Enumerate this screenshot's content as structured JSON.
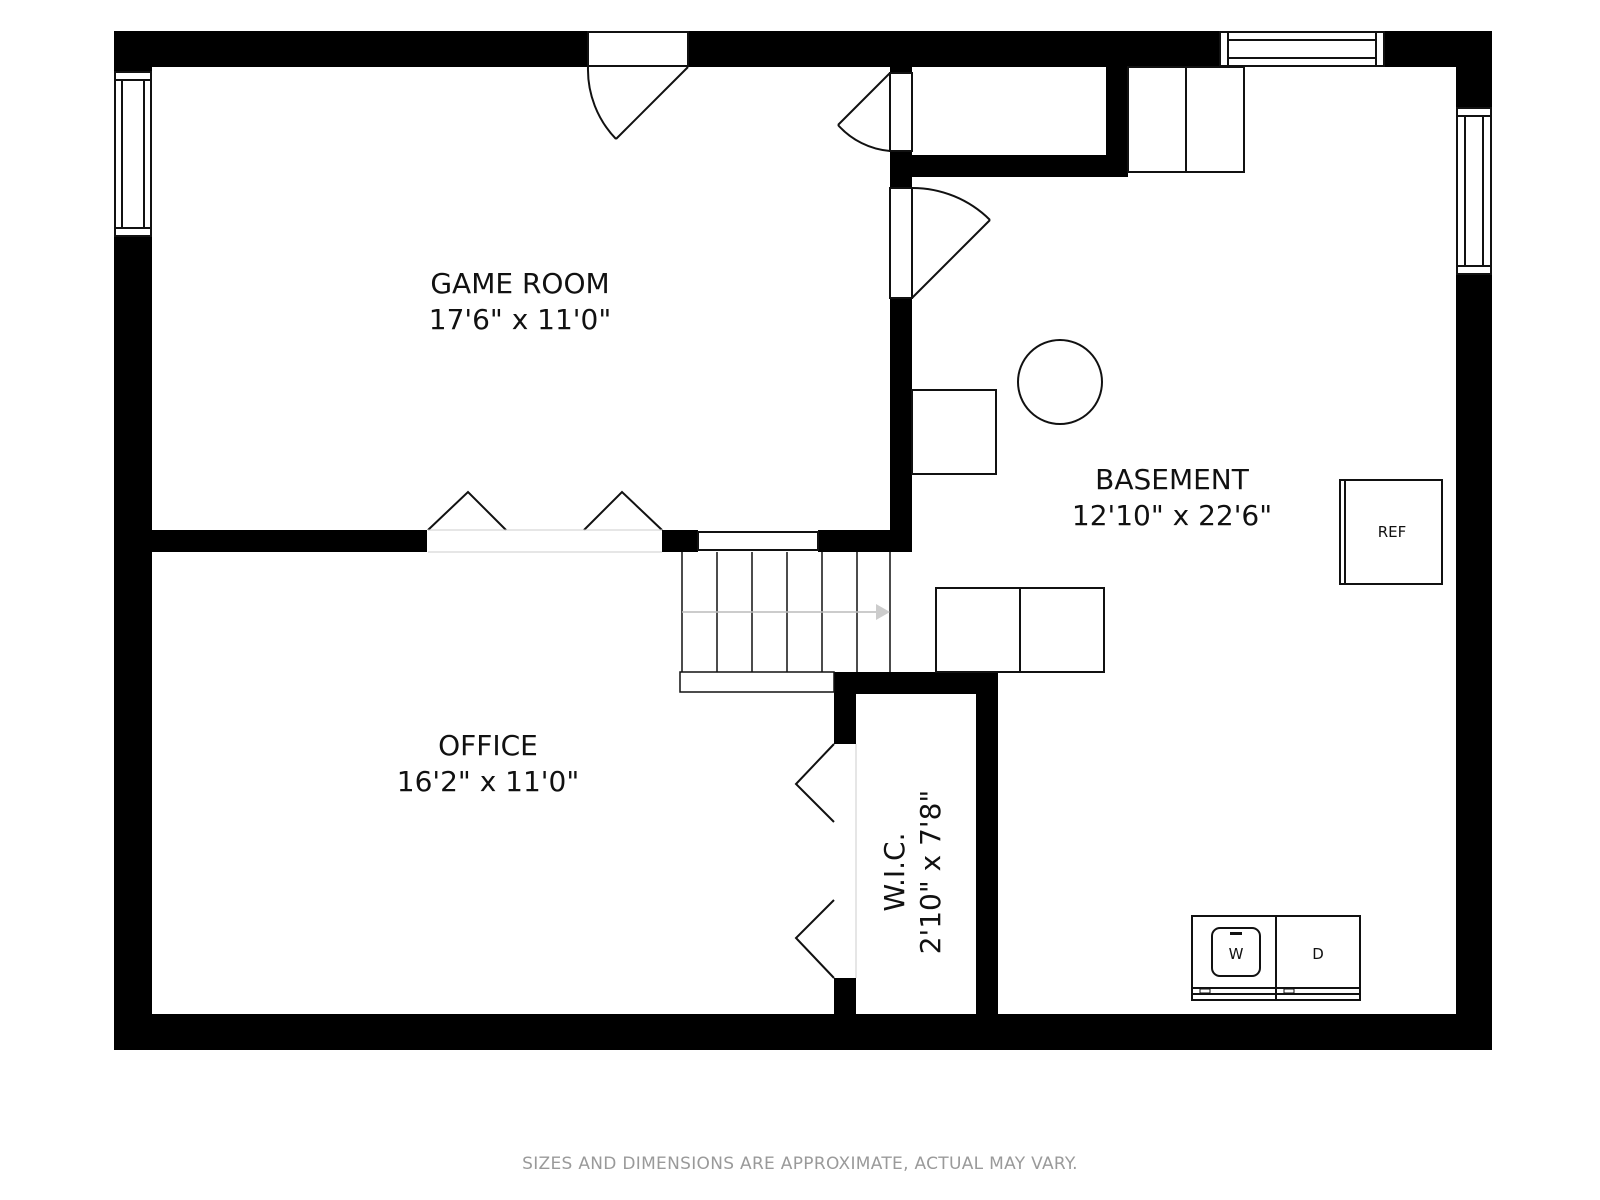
{
  "rooms": {
    "game_room": {
      "name": "GAME ROOM",
      "dimensions": "17'6\" x 11'0\""
    },
    "basement": {
      "name": "BASEMENT",
      "dimensions": "12'10\" x 22'6\""
    },
    "office": {
      "name": "OFFICE",
      "dimensions": "16'2\" x 11'0\""
    },
    "wic": {
      "name": "W.I.C.",
      "dimensions": "2'10\" x 7'8\""
    }
  },
  "fixtures": {
    "refrigerator": "REF",
    "washer": "W",
    "dryer": "D"
  },
  "footer": {
    "disclaimer": "SIZES AND DIMENSIONS ARE APPROXIMATE, ACTUAL MAY VARY."
  },
  "colors": {
    "wall": "#000000",
    "line": "#111111",
    "disclaimer": "#9a9a9a"
  }
}
